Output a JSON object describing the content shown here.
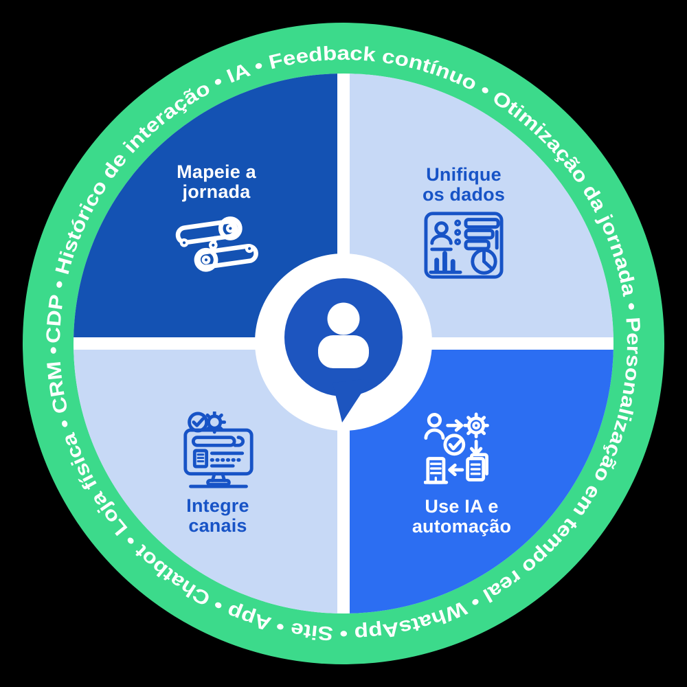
{
  "colors": {
    "ring_green": "#3CDA8B",
    "quadrant_dark_blue": "#1452B3",
    "quadrant_light_blue": "#C7D9F6",
    "quadrant_bright_blue": "#2C6EF2",
    "icon_blue": "#1753C6",
    "bubble_blue": "#1D55BF",
    "white": "#FFFFFF",
    "background": "#000000"
  },
  "ring": {
    "separator": "•",
    "items": [
      "CDP",
      "Histórico de interação",
      "IA",
      "Feedback contínuo",
      "Otimização da jornada",
      "Personalização em tempo real",
      "WhatsApp",
      "Site",
      "App",
      "Chatbot",
      "Loja física",
      "CRM"
    ]
  },
  "quadrants": {
    "map_journey": {
      "line1": "Mapeie a",
      "line2": "jornada",
      "icon": "journey-path-icon"
    },
    "unify_data": {
      "line1": "Unifique",
      "line2": "os dados",
      "icon": "data-dashboard-icon"
    },
    "integrate_channels": {
      "line1": "Integre",
      "line2": "canais",
      "icon": "browser-monitor-icon"
    },
    "use_ai": {
      "line1": "Use IA e",
      "line2": "automação",
      "icon": "ai-automation-icon"
    }
  },
  "center": {
    "icon": "customer-chat-bubble-icon"
  }
}
